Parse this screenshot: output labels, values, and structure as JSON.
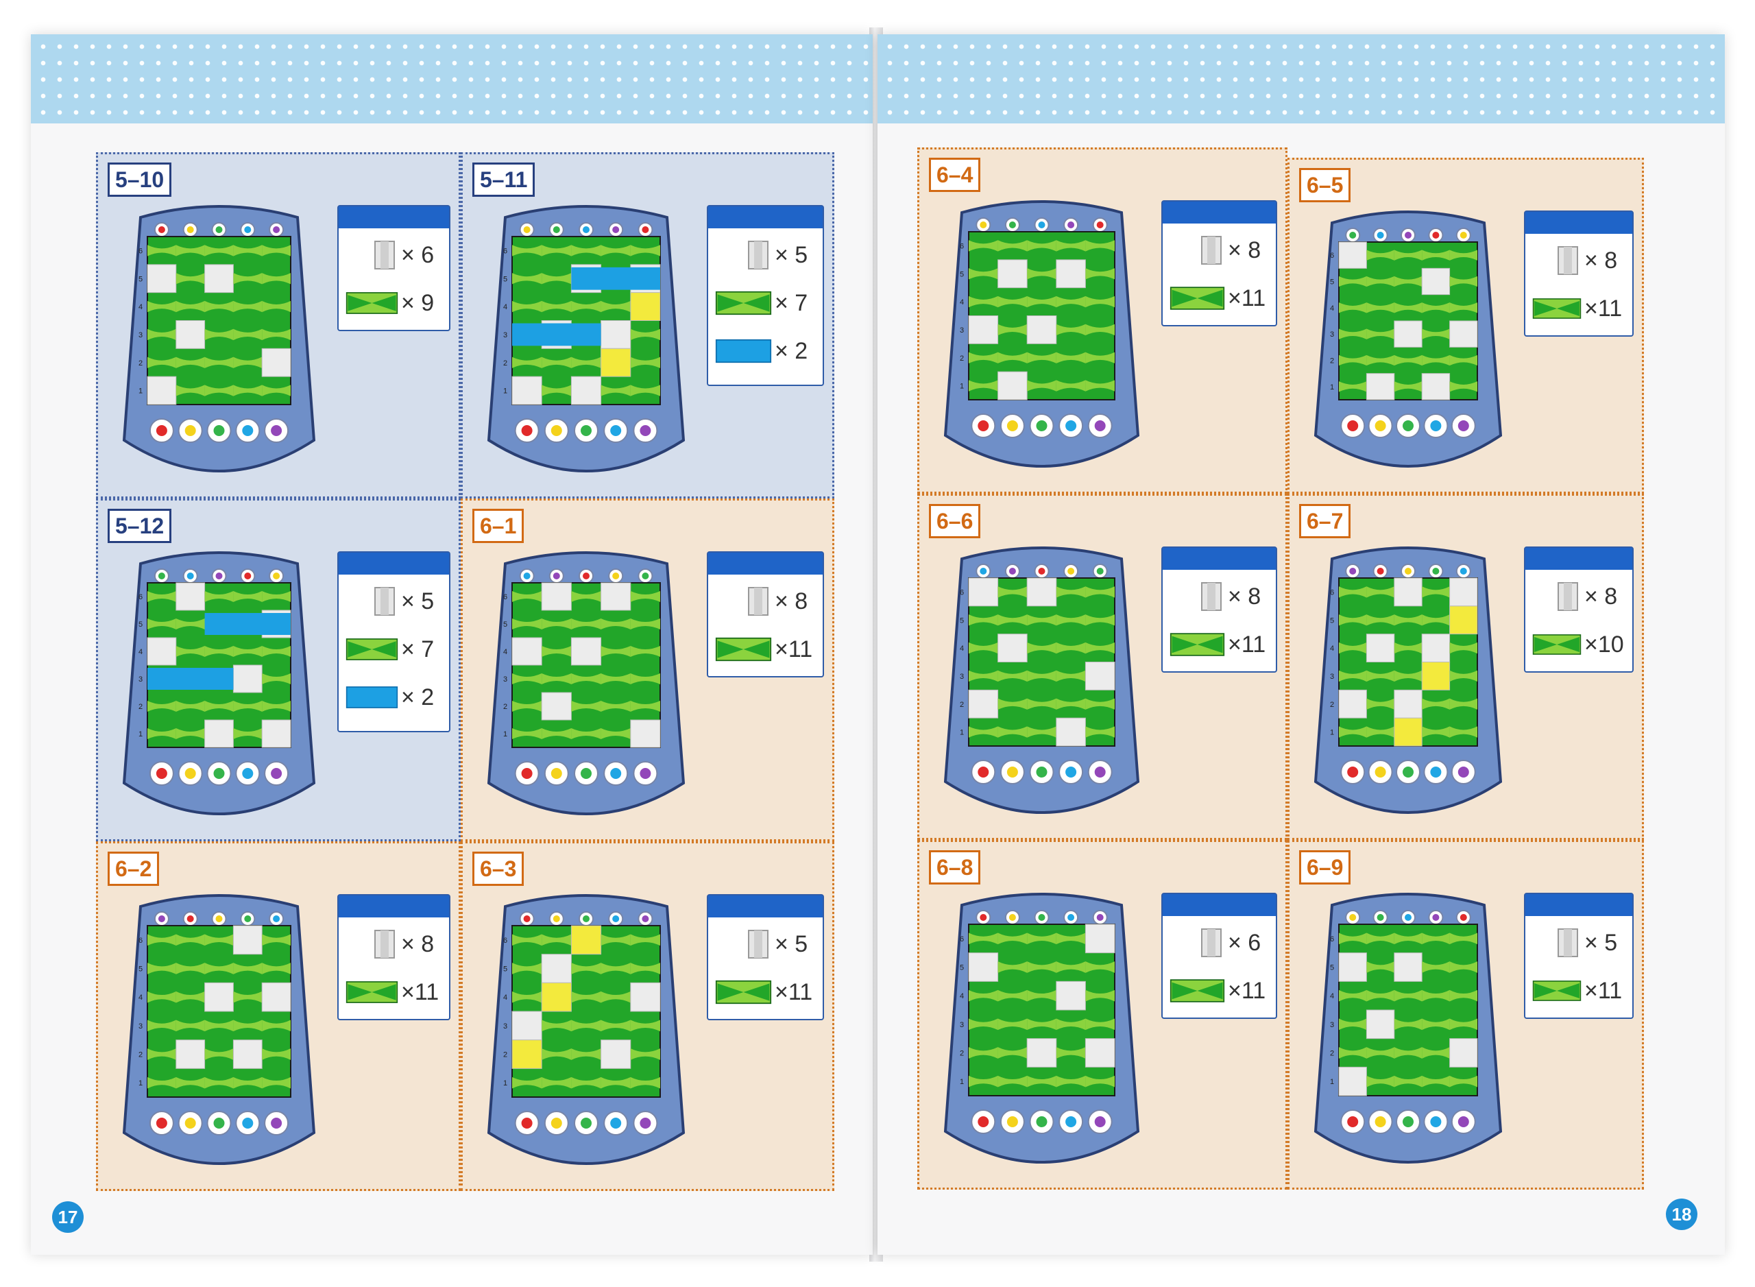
{
  "page_numbers": {
    "left": "17",
    "right": "18"
  },
  "colors": {
    "band": "#aed8ef",
    "blue_cell": "#d5deec",
    "orange_cell": "#f4e5d3",
    "tile_green": "#22a629",
    "light_green": "#8bd33e",
    "board_blue": "#6f8fc8",
    "blue_piece": "#1da0e3",
    "yellow": "#f3ea3d"
  },
  "puzzles": [
    {
      "id": "5–10",
      "theme": "blue",
      "parts": [
        "× 6",
        "× 9"
      ]
    },
    {
      "id": "5–11",
      "theme": "blue",
      "parts": [
        "× 5",
        "× 7",
        "× 2"
      ]
    },
    {
      "id": "5–12",
      "theme": "blue",
      "parts": [
        "× 5",
        "× 7",
        "× 2"
      ]
    },
    {
      "id": "6–1",
      "theme": "orange",
      "parts": [
        "× 8",
        "×11"
      ]
    },
    {
      "id": "6–2",
      "theme": "orange",
      "parts": [
        "× 8",
        "×11"
      ]
    },
    {
      "id": "6–3",
      "theme": "orange",
      "parts": [
        "× 5",
        "×11"
      ]
    },
    {
      "id": "6–4",
      "theme": "orange",
      "parts": [
        "× 8",
        "×11"
      ]
    },
    {
      "id": "6–5",
      "theme": "orange",
      "parts": [
        "× 8",
        "×11"
      ]
    },
    {
      "id": "6–6",
      "theme": "orange",
      "parts": [
        "× 8",
        "×11"
      ]
    },
    {
      "id": "6–7",
      "theme": "orange",
      "parts": [
        "× 8",
        "×10"
      ]
    },
    {
      "id": "6–8",
      "theme": "orange",
      "parts": [
        "× 6",
        "×11"
      ]
    },
    {
      "id": "6–9",
      "theme": "orange",
      "parts": [
        "× 5",
        "×11"
      ]
    }
  ],
  "board_row_numbers": [
    "6",
    "5",
    "4",
    "3",
    "2",
    "1"
  ]
}
